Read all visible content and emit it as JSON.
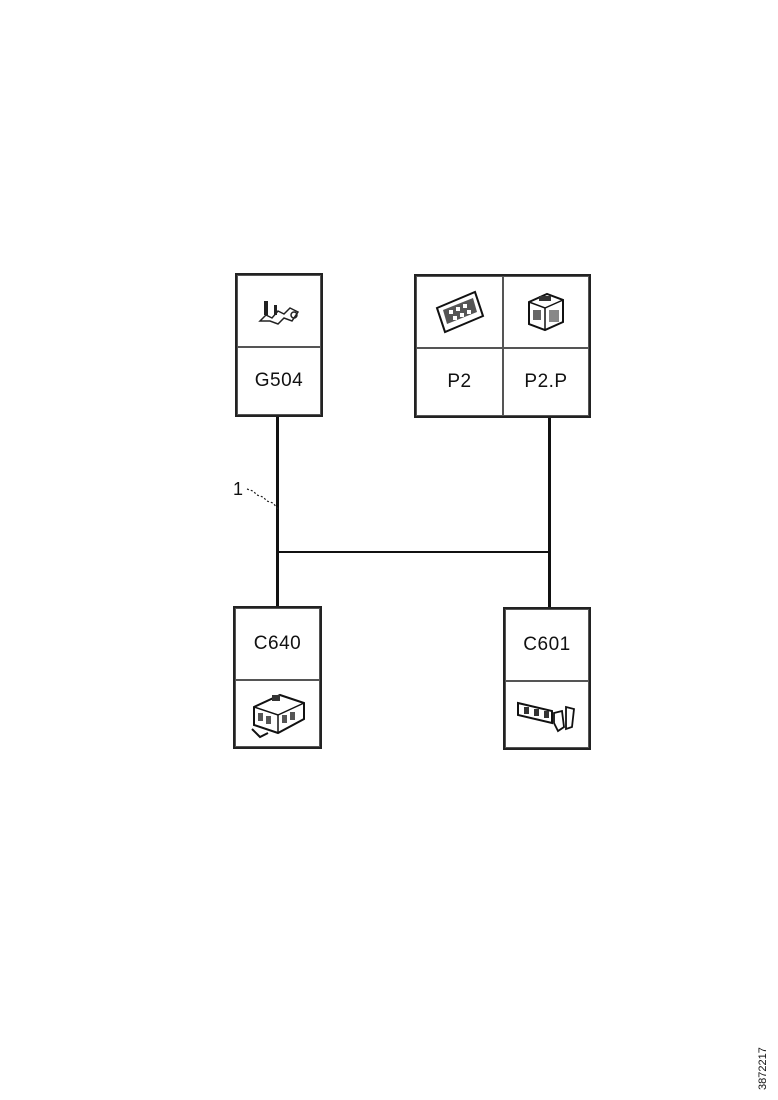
{
  "connectors": {
    "g504": {
      "label": "G504",
      "icon": "terminal-connector-icon"
    },
    "p2": {
      "label": "P2",
      "icon": "control-module-icon"
    },
    "p2p": {
      "label": "P2.P",
      "icon": "module-connector-icon"
    },
    "c640": {
      "label": "C640",
      "icon": "multi-pin-connector-icon"
    },
    "c601": {
      "label": "C601",
      "icon": "inline-connector-icon"
    }
  },
  "callout": {
    "number": "1"
  },
  "document_id": "3872217"
}
